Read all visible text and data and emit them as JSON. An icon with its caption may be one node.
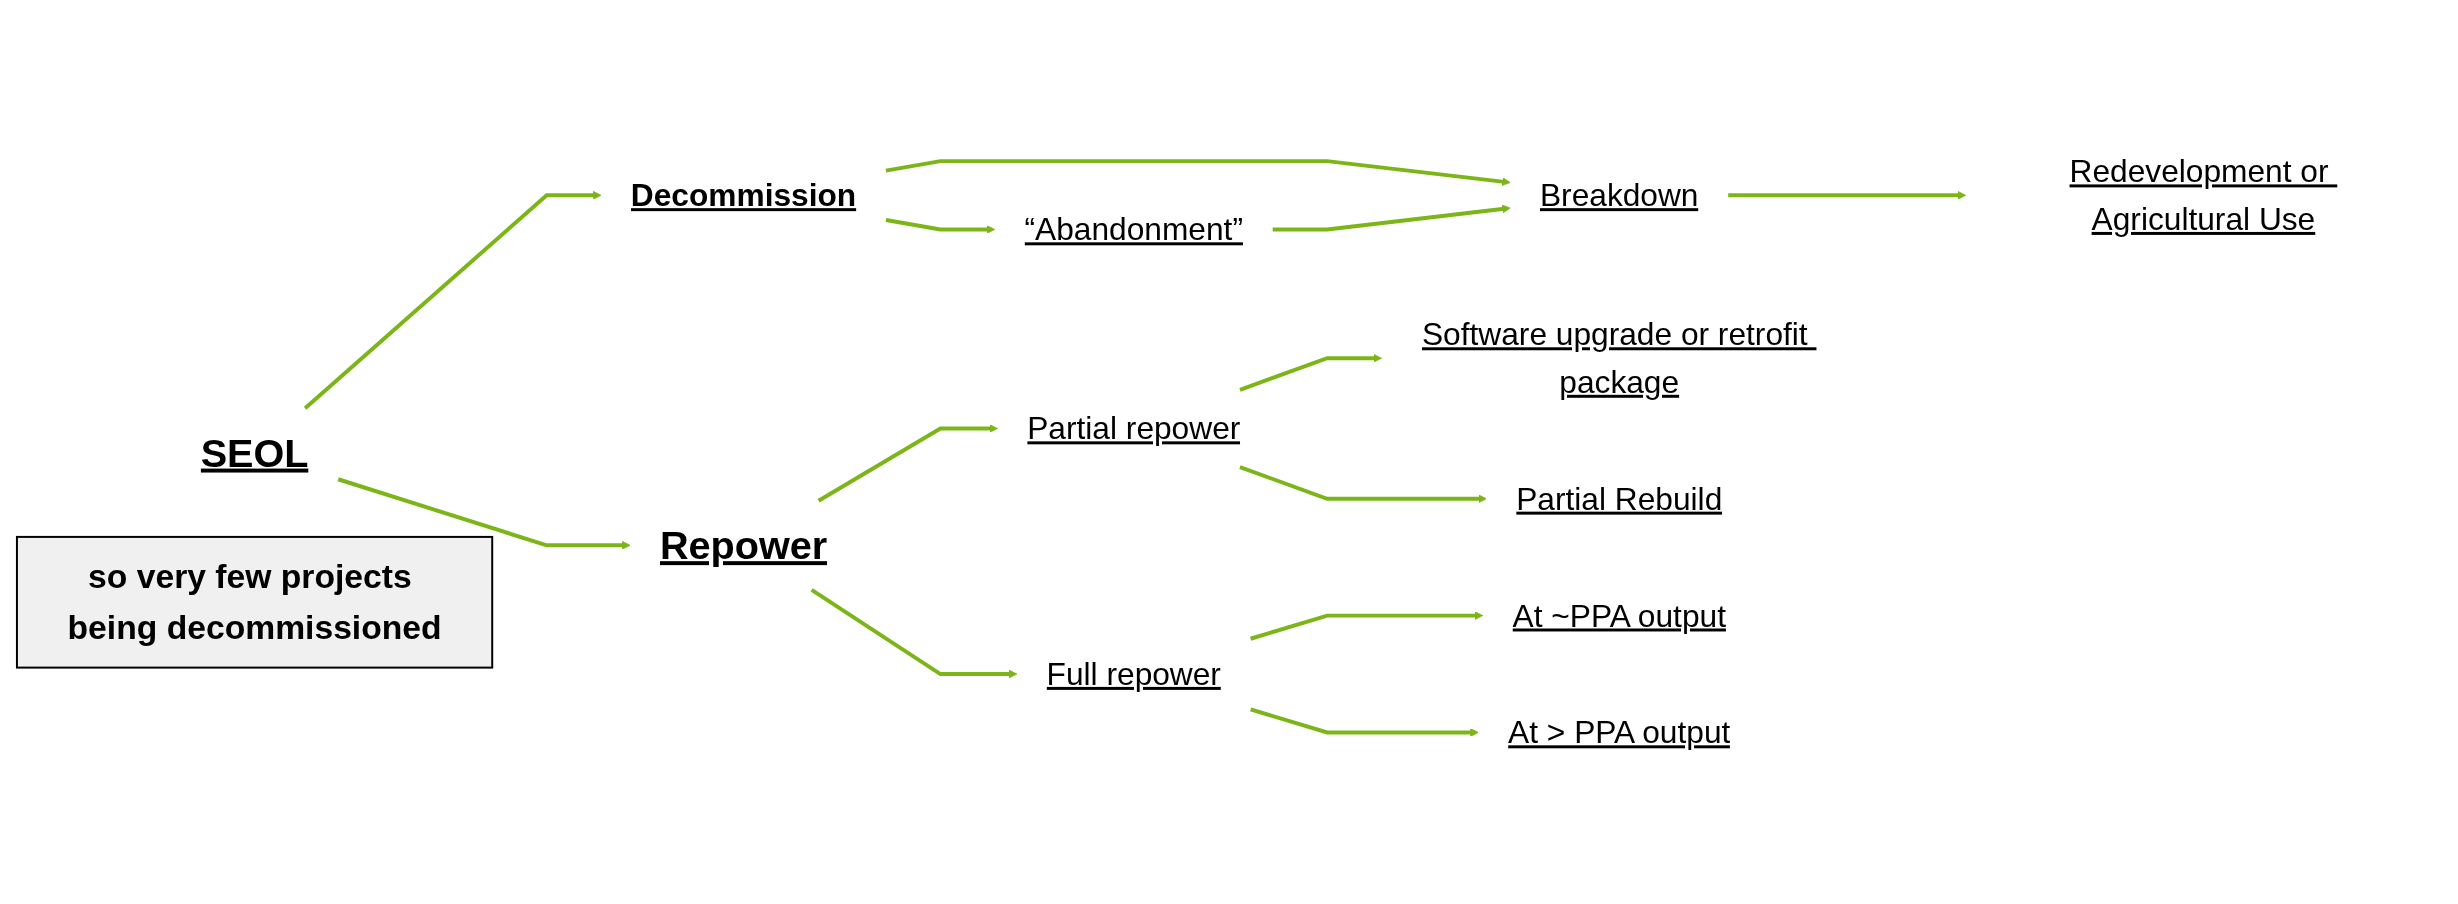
{
  "diagram": {
    "nodes": [
      {
        "text": [
          "SEOL"
        ]
      },
      {
        "text": [
          "Decommission"
        ]
      },
      {
        "text": [
          "Breakdown"
        ]
      },
      {
        "text": [
          "“Abandonment”"
        ]
      },
      {
        "text": [
          "Redevelopment or Agricultural Use"
        ]
      },
      {
        "text": [
          "Repower"
        ]
      },
      {
        "text": [
          "Partial repower"
        ]
      },
      {
        "text": [
          "Software upgrade or retrofit package"
        ]
      },
      {
        "text": [
          "Partial Rebuild"
        ]
      },
      {
        "text": [
          "Full repower"
        ]
      },
      {
        "text": [
          "At ~PPA output"
        ]
      },
      {
        "text": [
          "At > PPA output"
        ]
      },
      {
        "text": [
          "so very few projects being decommissioned"
        ]
      }
    ],
    "edges": [
      {
        "from": 0,
        "to": 1,
        "arrow": "to"
      },
      {
        "from": 0,
        "to": 5,
        "arrow": "to"
      },
      {
        "from": 1,
        "to": 2,
        "arrow": "to"
      },
      {
        "from": 1,
        "to": 3,
        "arrow": "to"
      },
      {
        "from": 3,
        "to": 2,
        "arrow": "to"
      },
      {
        "from": 2,
        "to": 4,
        "arrow": "to"
      },
      {
        "from": 5,
        "to": 6,
        "arrow": "to"
      },
      {
        "from": 5,
        "to": 9,
        "arrow": "to"
      },
      {
        "from": 6,
        "to": 7,
        "arrow": "to"
      },
      {
        "from": 6,
        "to": 8,
        "arrow": "to"
      },
      {
        "from": 9,
        "to": 10,
        "arrow": "to"
      },
      {
        "from": 9,
        "to": 11,
        "arrow": "to"
      }
    ]
  }
}
